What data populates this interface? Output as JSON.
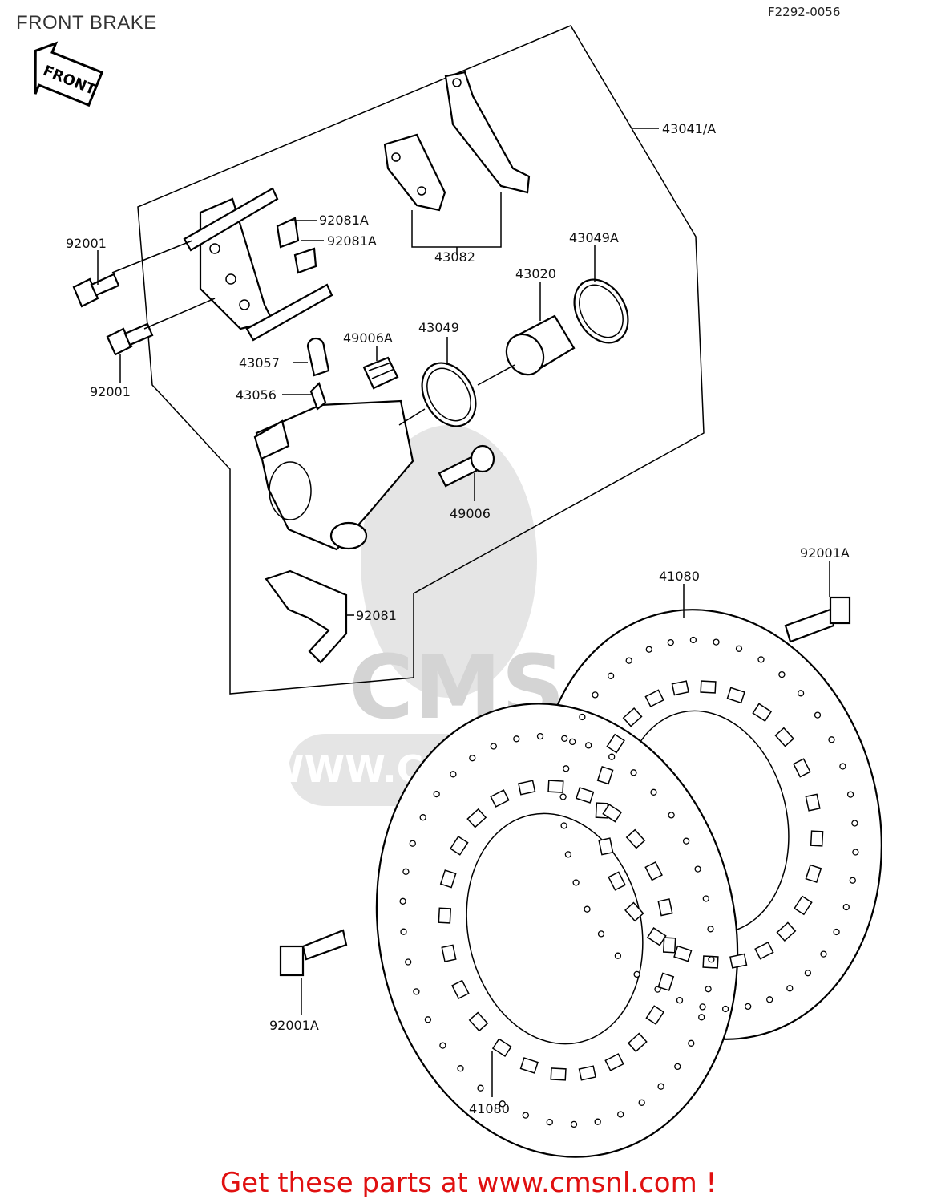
{
  "title": "FRONT BRAKE",
  "reference": "F2292-0056",
  "front_arrow": "FRONT",
  "watermark": {
    "brand": "CMS",
    "url": "WWW.CMSNL.COM"
  },
  "cta": "Get these parts at www.cmsnl.com !",
  "parts": [
    {
      "id": "p43041",
      "label": "43041/A"
    },
    {
      "id": "p43082",
      "label": "43082"
    },
    {
      "id": "p92081A_1",
      "label": "92081A"
    },
    {
      "id": "p92081A_2",
      "label": "92081A"
    },
    {
      "id": "p92001_top",
      "label": "92001"
    },
    {
      "id": "p92001_bot",
      "label": "92001"
    },
    {
      "id": "p43049A",
      "label": "43049A"
    },
    {
      "id": "p43020",
      "label": "43020"
    },
    {
      "id": "p49006A",
      "label": "49006A"
    },
    {
      "id": "p43049",
      "label": "43049"
    },
    {
      "id": "p43057",
      "label": "43057"
    },
    {
      "id": "p43056",
      "label": "43056"
    },
    {
      "id": "p49006",
      "label": "49006"
    },
    {
      "id": "p92001A_right",
      "label": "92001A"
    },
    {
      "id": "p41080_top",
      "label": "41080"
    },
    {
      "id": "p92081",
      "label": "92081"
    },
    {
      "id": "p92001A_left",
      "label": "92001A"
    },
    {
      "id": "p41080_bot",
      "label": "41080"
    }
  ]
}
